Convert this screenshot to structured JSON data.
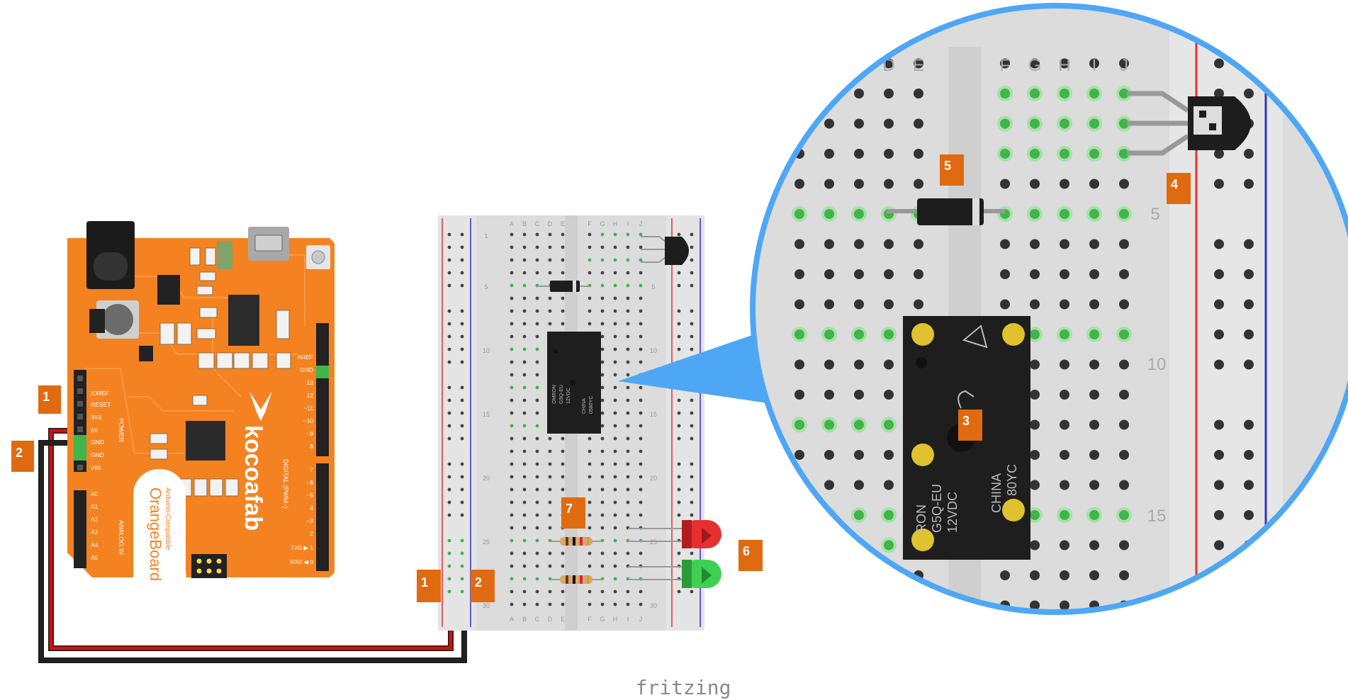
{
  "labels": {
    "one": "1",
    "two": "2",
    "three": "3",
    "four": "4",
    "five": "5",
    "six": "6",
    "seven": "7"
  },
  "board": {
    "brand": "kocoafab",
    "name": "OrangeBoard",
    "subtitle": "Arduino-Compatible",
    "power_header": "POWER",
    "analog_header": "ANALOG IN",
    "digital_header": "DIGITAL (PWM~)",
    "icsp": "ISP",
    "power_pins": [
      "IOREF",
      "RESET",
      "3V3",
      "5V",
      "GND",
      "GND",
      "VIN"
    ],
    "analog_pins": [
      "A0",
      "A1",
      "A2",
      "A3",
      "A4",
      "A5"
    ],
    "digital_pins_top": [
      "AREF",
      "GND",
      "13",
      "12",
      "~11",
      "~10",
      "~9",
      "8"
    ],
    "digital_pins_bottom": [
      "7",
      "~6",
      "~5",
      "4",
      "~3",
      "2",
      "TX0 ▶ 1",
      "RX0 ◀ 0"
    ]
  },
  "breadboard": {
    "columns_left": [
      "A",
      "B",
      "C",
      "D",
      "E"
    ],
    "columns_right": [
      "F",
      "G",
      "H",
      "I",
      "J"
    ],
    "row_numbers": [
      "1",
      "5",
      "10",
      "15",
      "20",
      "25",
      "30"
    ]
  },
  "relay": {
    "line1": "OMRON",
    "line2": "G5Q-EU",
    "line3": "12VDC",
    "line4": "CHINA",
    "line5": "0580YC"
  },
  "zoom": {
    "columns_left": [
      "D",
      "E"
    ],
    "columns_right": [
      "F",
      "G",
      "H",
      "I",
      "J"
    ],
    "row_numbers": [
      "5",
      "10",
      "15"
    ],
    "relay_line1": "RON",
    "relay_line2": "G5Q-EU",
    "relay_line3": "12VDC",
    "relay_line4": "CHINA",
    "relay_line5": "80YC"
  },
  "footer": {
    "brand": "fritzing"
  },
  "colors": {
    "board_orange": "#f58220",
    "wire_red": "#cc1111",
    "wire_black": "#1a1a1a",
    "label_orange": "#e06a10",
    "zoom_blue": "#4ea7f5",
    "hole_green": "#3fb54a"
  }
}
